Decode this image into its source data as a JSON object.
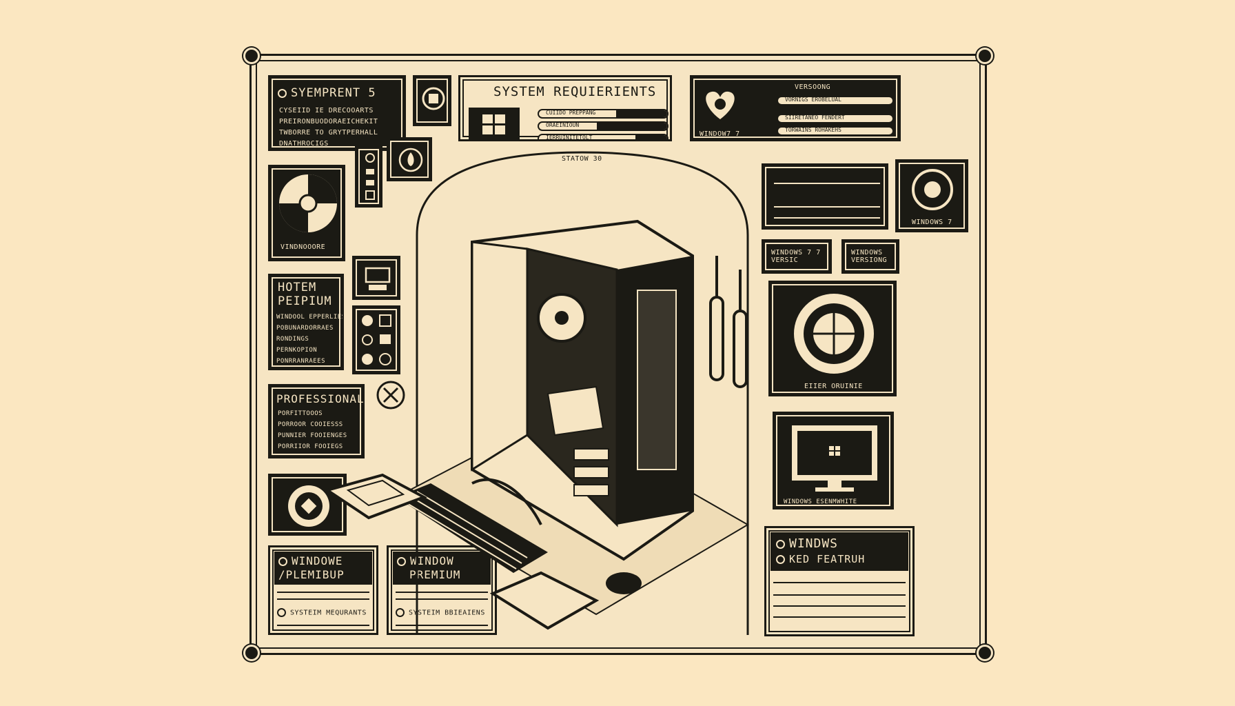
{
  "top_left_panel": {
    "title": "SYEMPRENT 5",
    "lines": [
      "CYSEIID IE DRECOOARTS",
      "PREIRONBUODORAEICHEKIT",
      "TWBORRE TO GRYTPERHALL",
      "DNATHROCIGS"
    ]
  },
  "system_requirements_panel": {
    "title": "SYSTEM REQUIERIENTS",
    "bars": [
      "CUIIDO PREPPANG",
      "ORAEINIOUN",
      "IERRUINITETOLT"
    ]
  },
  "windows_versions_panel": {
    "title": "VERSOONG",
    "bars": [
      "VORNIGS EROBELUAL",
      "SIIRETANEO FENDERT",
      "TORWAINS ROHAKEHS"
    ],
    "caption": "WINDOW7 7"
  },
  "disc_panel": {
    "caption": "VINDNOOORE"
  },
  "home_premium_panel": {
    "title_line1": "HOTEM",
    "title_line2": "PEIPIUM",
    "lines": [
      "WINDOOL EPPERLIES",
      "POBUNARDORRAES",
      "RONDINGS",
      "PERNKOPION",
      "PONRRANRAEES"
    ]
  },
  "professional_panel": {
    "title": "PROFESSIONAL",
    "lines": [
      "PORFITTOOOS",
      "PORROOR COOIESSS",
      "PUNNIER FOOIENGES",
      "PORRIIOR FOOIEGS"
    ]
  },
  "scene": {
    "station_label": "STATOW 30"
  },
  "right_disc_panel": {
    "caption": "WINDOWS 7"
  },
  "windows7_version_tags": [
    "WINDOWS 7 7\nVERSIC",
    "WINDOWS\nVERSIONG"
  ],
  "cpu_panel": {
    "caption": "EIIER ORUINIE"
  },
  "monitor_panel": {
    "caption": "WINDOWS ESENMWHITE"
  },
  "bottom_left_panel_1": {
    "title_line1": "WINDOWE",
    "title_line2": "/PLEMIBUP",
    "footer": "SYSTEIM MEQURANTS"
  },
  "bottom_left_panel_2": {
    "title_line1": "WINDOW",
    "title_line2": "PREMIUM",
    "footer": "SYSTEIM BBIEAIENS"
  },
  "features_panel": {
    "title_line1": "WINDWS",
    "title_line2": "KED FEATRUH"
  },
  "colors": {
    "ink": "#1b1a14",
    "paper": "#f6e5c3",
    "background": "#fbe7c1"
  }
}
